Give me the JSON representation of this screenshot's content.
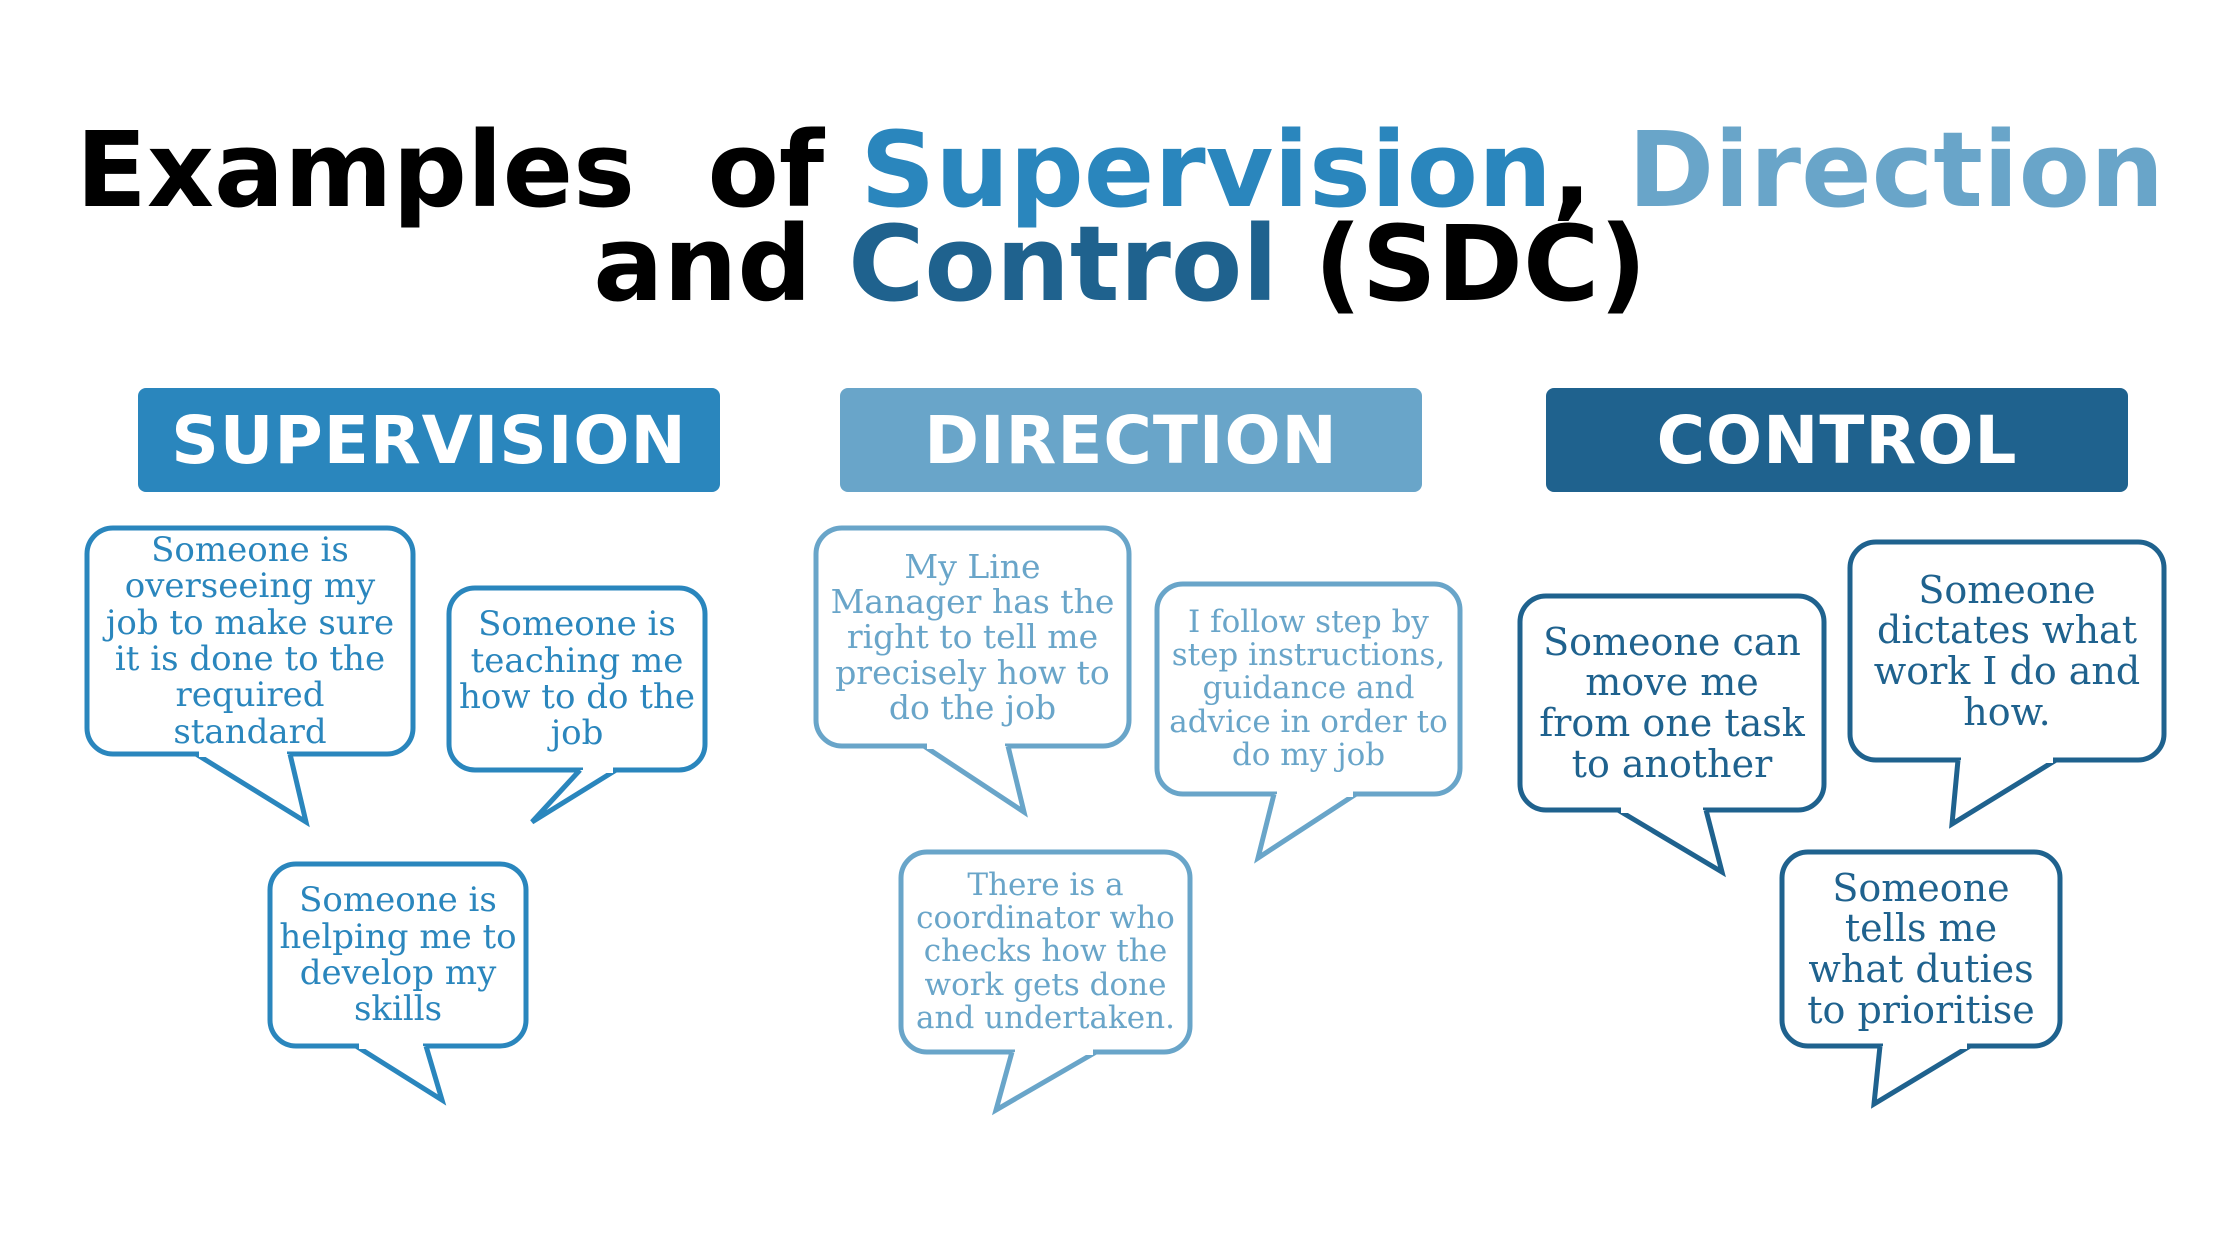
{
  "title": {
    "line1": [
      {
        "text": "Examples  of ",
        "color": "#000000"
      },
      {
        "text": "Supervision",
        "color": "#2a86bd",
        "bold": true
      },
      {
        "text": ", ",
        "color": "#000000"
      },
      {
        "text": "Direction",
        "color": "#69a5c9",
        "bold": true
      }
    ],
    "line2": [
      {
        "text": "and ",
        "color": "#000000"
      },
      {
        "text": "Control",
        "color": "#1f628e",
        "bold": true
      },
      {
        "text": " (SDC)",
        "color": "#000000"
      }
    ]
  },
  "colors": {
    "supervision": "#2a86bd",
    "direction": "#69a5c9",
    "control": "#1f628e"
  },
  "columns": [
    {
      "header": "SUPERVISION",
      "bubbles": [
        "Someone is\noverseeing my\njob to make sure\nit is done to the\nrequired\nstandard",
        "Someone is\nteaching me\nhow to do the\njob",
        "Someone is\nhelping me to\ndevelop my\nskills"
      ]
    },
    {
      "header": "DIRECTION",
      "bubbles": [
        "My Line\nManager has the\nright to tell me\nprecisely how to\ndo the job",
        "I follow step  by\nstep instructions,\nguidance and\nadvice in order to\ndo my job",
        "There is a\ncoordinator who\nchecks how the\nwork gets done\nand undertaken."
      ]
    },
    {
      "header": "CONTROL",
      "bubbles": [
        "Someone can\nmove me\nfrom one task\nto another",
        "Someone\ndictates what\nwork I do and\nhow.",
        "Someone\ntells me\nwhat duties\nto prioritise"
      ]
    }
  ]
}
